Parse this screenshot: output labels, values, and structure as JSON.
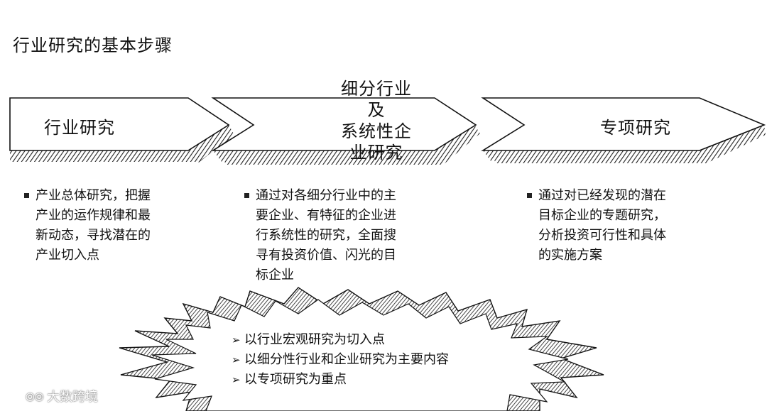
{
  "title": "行业研究的基本步骤",
  "steps": [
    {
      "label": "行业研究"
    },
    {
      "label_lines": [
        "细分行业",
        "及",
        "系统性企",
        "业研究"
      ]
    },
    {
      "label": "专项研究"
    }
  ],
  "descriptions": [
    {
      "lines": [
        "产业总体研究，把握",
        "产业的运作规律和最",
        "新动态，寻找潜在的",
        "产业切入点"
      ]
    },
    {
      "lines": [
        "通过对各细分行业中的主",
        "要企业、有特征的企业进",
        "行系统性的研究，全面搜",
        "寻有投资价值、闪光的目",
        "标企业"
      ]
    },
    {
      "lines": [
        "通过对已经发现的潜在",
        "目标企业的专题研究，",
        "分析投资可行性和具体",
        "的实施方案"
      ]
    }
  ],
  "summary": {
    "bullet_glyph": "➢",
    "items": [
      "以行业宏观研究为切入点",
      "以细分性行业和企业研究为主要内容",
      "以专项研究为重点"
    ]
  },
  "watermark": {
    "logo": "⦾⦾",
    "text": "大数跨境"
  }
}
